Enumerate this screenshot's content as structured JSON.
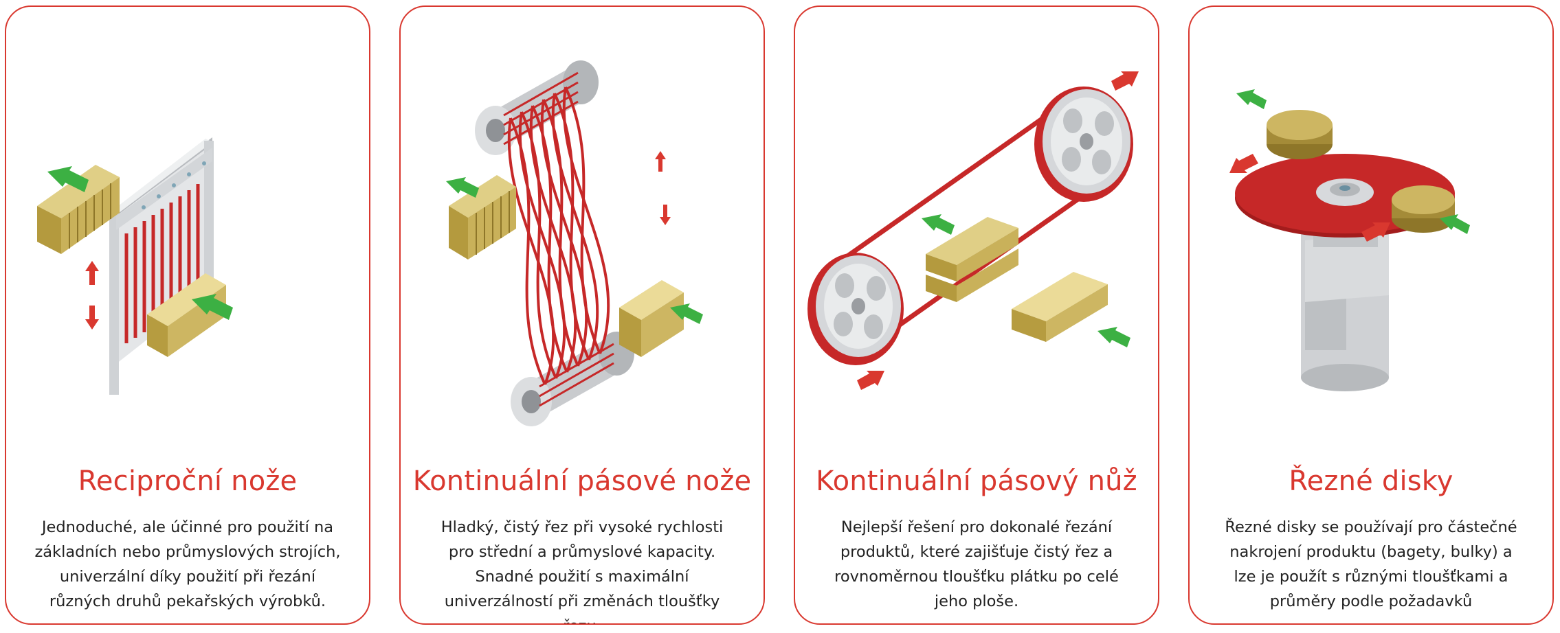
{
  "cards": [
    {
      "title": "Reciproční nože",
      "description": "Jednoduché, ale účinné pro použití na základních nebo průmyslových strojích, univerzální díky použití při řezání různých druhů pekařských výrobků."
    },
    {
      "title": "Kontinuální pásové nože",
      "description": "Hladký, čistý řez při vysoké rychlosti pro střední a průmyslové kapacity. Snadné použití s maximální univerzálností při změnách tloušťky řezu."
    },
    {
      "title": "Kontinuální pásový nůž",
      "description": "Nejlepší řešení pro dokonalé řezání produktů, které zajišťuje čistý řez a rovnoměrnou tloušťku plátku po celé jeho ploše."
    },
    {
      "title": "Řezné disky",
      "description": "Řezné disky se používají pro částečné nakrojení produktu (bagety, bulky) a lze je použít s různými tloušťkami a průměry podle požadavků"
    }
  ],
  "colors": {
    "accent": "#d9382f",
    "blade_red": "#c62828",
    "product_gold": "#b9a04a",
    "arrow_green": "#3cb043",
    "metal_grey": "#c9cbce"
  }
}
